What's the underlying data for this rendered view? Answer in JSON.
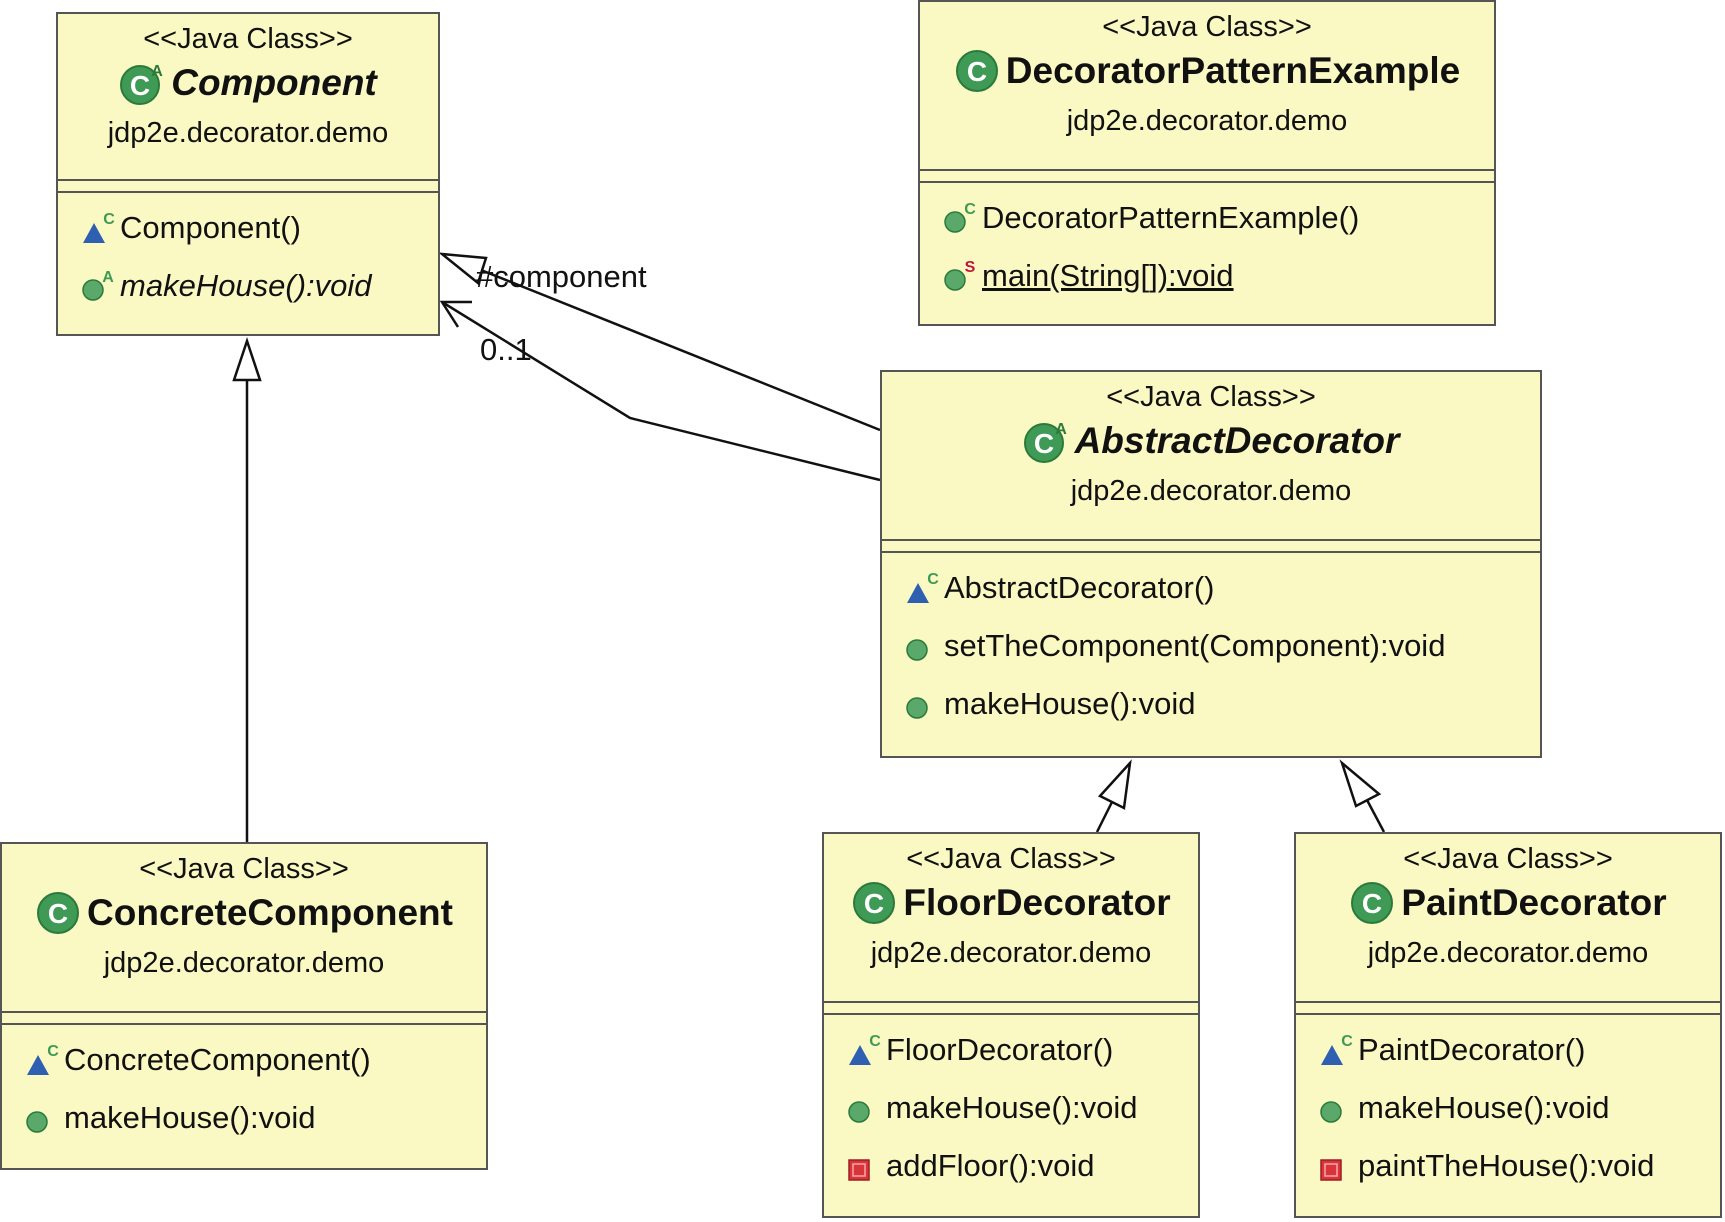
{
  "classes": {
    "component": {
      "stereotype": "<<Java Class>>",
      "name": "Component",
      "package": "jdp2e.decorator.demo",
      "members": [
        {
          "text": "Component()",
          "icon": "constructor-icon"
        },
        {
          "text": "makeHouse():void",
          "icon": "public-abstract-method-icon"
        }
      ]
    },
    "decorator_pattern_example": {
      "stereotype": "<<Java Class>>",
      "name": "DecoratorPatternExample",
      "package": "jdp2e.decorator.demo",
      "members": [
        {
          "text": "DecoratorPatternExample()",
          "icon": "public-constructor-icon"
        },
        {
          "text": "main(String[]):void",
          "icon": "public-static-method-icon"
        }
      ]
    },
    "abstract_decorator": {
      "stereotype": "<<Java Class>>",
      "name": "AbstractDecorator",
      "package": "jdp2e.decorator.demo",
      "members": [
        {
          "text": "AbstractDecorator()",
          "icon": "constructor-icon"
        },
        {
          "text": "setTheComponent(Component):void",
          "icon": "public-method-icon"
        },
        {
          "text": "makeHouse():void",
          "icon": "public-method-icon"
        }
      ]
    },
    "concrete_component": {
      "stereotype": "<<Java Class>>",
      "name": "ConcreteComponent",
      "package": "jdp2e.decorator.demo",
      "members": [
        {
          "text": "ConcreteComponent()",
          "icon": "constructor-icon"
        },
        {
          "text": "makeHouse():void",
          "icon": "public-method-icon"
        }
      ]
    },
    "floor_decorator": {
      "stereotype": "<<Java Class>>",
      "name": "FloorDecorator",
      "package": "jdp2e.decorator.demo",
      "members": [
        {
          "text": "FloorDecorator()",
          "icon": "constructor-icon"
        },
        {
          "text": "makeHouse():void",
          "icon": "public-method-icon"
        },
        {
          "text": "addFloor():void",
          "icon": "private-method-icon"
        }
      ]
    },
    "paint_decorator": {
      "stereotype": "<<Java Class>>",
      "name": "PaintDecorator",
      "package": "jdp2e.decorator.demo",
      "members": [
        {
          "text": "PaintDecorator()",
          "icon": "constructor-icon"
        },
        {
          "text": "makeHouse():void",
          "icon": "public-method-icon"
        },
        {
          "text": "paintTheHouse():void",
          "icon": "private-method-icon"
        }
      ]
    }
  },
  "association": {
    "role": "#component",
    "multiplicity": "0..1"
  },
  "colors": {
    "class_fill": "#fbf9c3",
    "border": "#555555",
    "class_icon_green": "#3f9a55",
    "public_green": "#5aa86a",
    "constructor_blue": "#2f5fb0",
    "private_red": "#d9343a",
    "static_marker": "#c0143c"
  }
}
